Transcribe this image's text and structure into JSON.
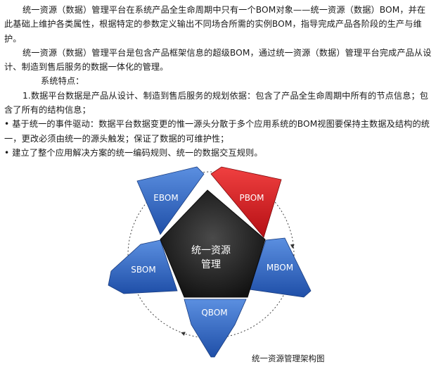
{
  "paragraphs": [
    "统一资源（数据）管理平台在系统产品全生命周期中只有一个BOM对象——统一资源（数据）BOM，并在此基础上维护各类属性，根据特定的参数定义输出不同场合所需的实例BOM，指导完成产品各阶段的生产与维护。",
    "统一资源（数据）管理平台是包含产品框架信息的超级BOM，通过统一资源（数据）管理平台完成产品从设计、制造到售后服务的数据一体化的管理。",
    "系统特点："
  ],
  "features": [
    "1.数据平台数据是产品从设计、制造到售后服务的规划依据：包含了产品全生命周期中所有的节点信息；包含了所有的结构信息；",
    "• 基于统一的事件驱动：数据平台数据变更的惟一源头分散于多个应用系统的BOM视图要保持主数据及结构的统一，更改必须由统一的源头触发；保证了数据的可维护性；",
    "• 建立了整个应用解决方案的统一编码规则、统一的数据交互规则。"
  ],
  "diagram": {
    "center_line1": "统一资源",
    "center_line2": "管理",
    "nodes": [
      "EBOM",
      "PBOM",
      "MBOM",
      "QBOM",
      "SBOM"
    ],
    "colors": {
      "blue": "#2f5fb8",
      "blue_light": "#4f86d9",
      "red": "#d0161b",
      "red_light": "#e8403f",
      "center": "#222222"
    }
  },
  "caption": "统一资源管理架构图"
}
